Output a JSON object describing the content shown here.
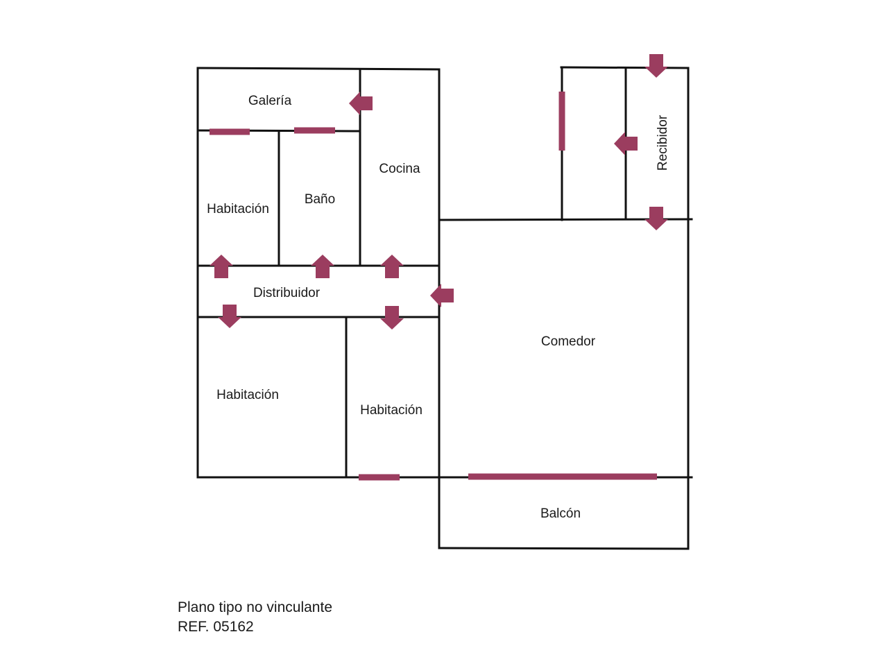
{
  "colors": {
    "walls": "#111111",
    "accent": "#9b3d5f",
    "background": "#ffffff"
  },
  "rooms": {
    "galeria": "Galería",
    "cocina": "Cocina",
    "habitacion_1": "Habitación",
    "bano": "Baño",
    "distribuidor": "Distribuidor",
    "habitacion_2": "Habitación",
    "habitacion_3": "Habitación",
    "comedor": "Comedor",
    "recibidor": "Recibidor",
    "balcon": "Balcón"
  },
  "footer": {
    "line1": "Plano tipo no vinculante",
    "line2": "REF. 05162"
  }
}
